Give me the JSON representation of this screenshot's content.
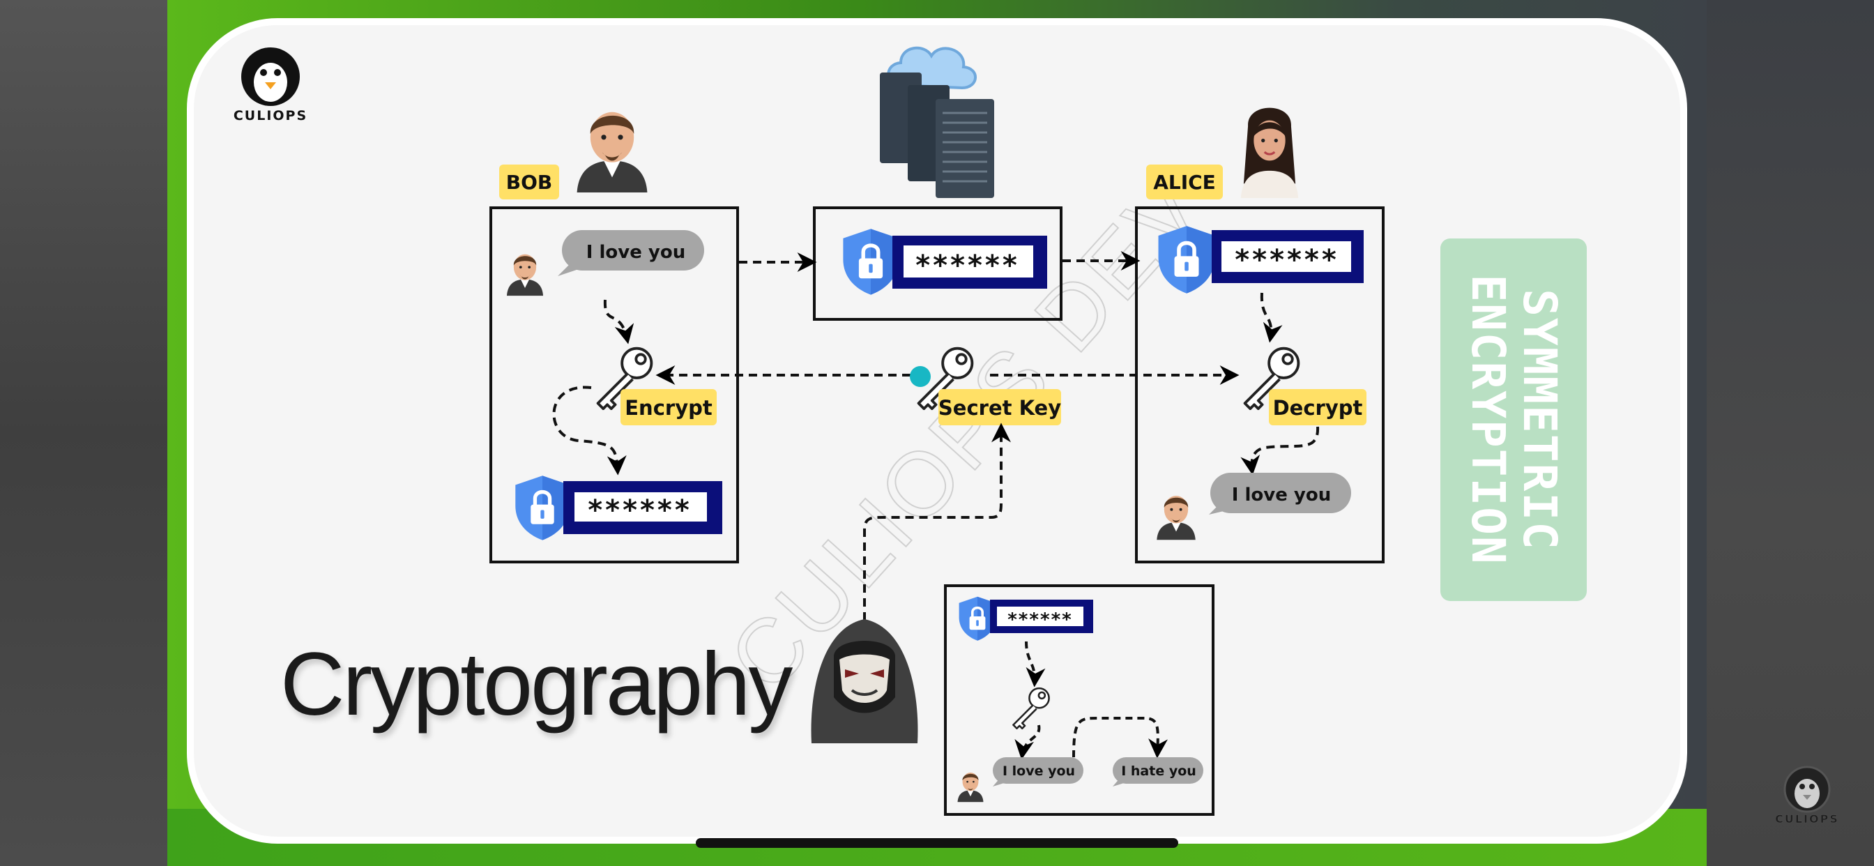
{
  "brand": {
    "name": "CULIOPS",
    "watermark": "CULIOPS DEV"
  },
  "diagram": {
    "title": "Cryptography",
    "side_label_line1": "SYMMETRIC",
    "side_label_line2": "ENCRYPTION",
    "actors": {
      "sender": "BOB",
      "receiver": "ALICE"
    },
    "bob_panel": {
      "message": "I love you",
      "step": "Encrypt",
      "cipher": "******"
    },
    "server_panel": {
      "cipher": "******"
    },
    "alice_panel": {
      "cipher": "******",
      "step": "Decrypt",
      "message": "I love you"
    },
    "key_label": "Secret Key",
    "attack_panel": {
      "cipher": "******",
      "original": "I love you",
      "tampered": "I hate you"
    }
  },
  "colors": {
    "badge": "#ffe066",
    "shield": "#4f8ff0",
    "cipher_bar": "#0b0f7a",
    "bubble": "#a6a6a6",
    "side_label": "#b9e0c3",
    "green": "#5bb81b"
  },
  "icons": [
    "penguin-logo-icon",
    "server-cloud-icon",
    "shield-lock-icon",
    "key-icon",
    "hacker-icon",
    "bob-avatar-icon",
    "alice-avatar-icon"
  ]
}
